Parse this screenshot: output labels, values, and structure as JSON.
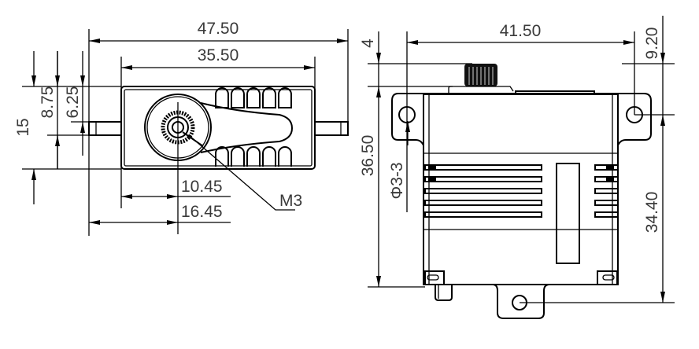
{
  "top_view": {
    "dim_overall_width": "47.50",
    "dim_body_width": "35.50",
    "dim_height": "15",
    "dim_top_to_tab": "8.75",
    "dim_top_to_tab_upper": "6.25",
    "dim_body_to_shaft": "10.45",
    "dim_tab_to_shaft": "16.45",
    "thread_label": "M3"
  },
  "side_view": {
    "dim_hole_spacing": "41.50",
    "dim_spline_height": "4",
    "dim_top_to_hole": "9.20",
    "dim_body_height": "36.50",
    "dim_hole_diameter": "Φ3-3",
    "dim_hole_to_bottom": "34.40"
  }
}
